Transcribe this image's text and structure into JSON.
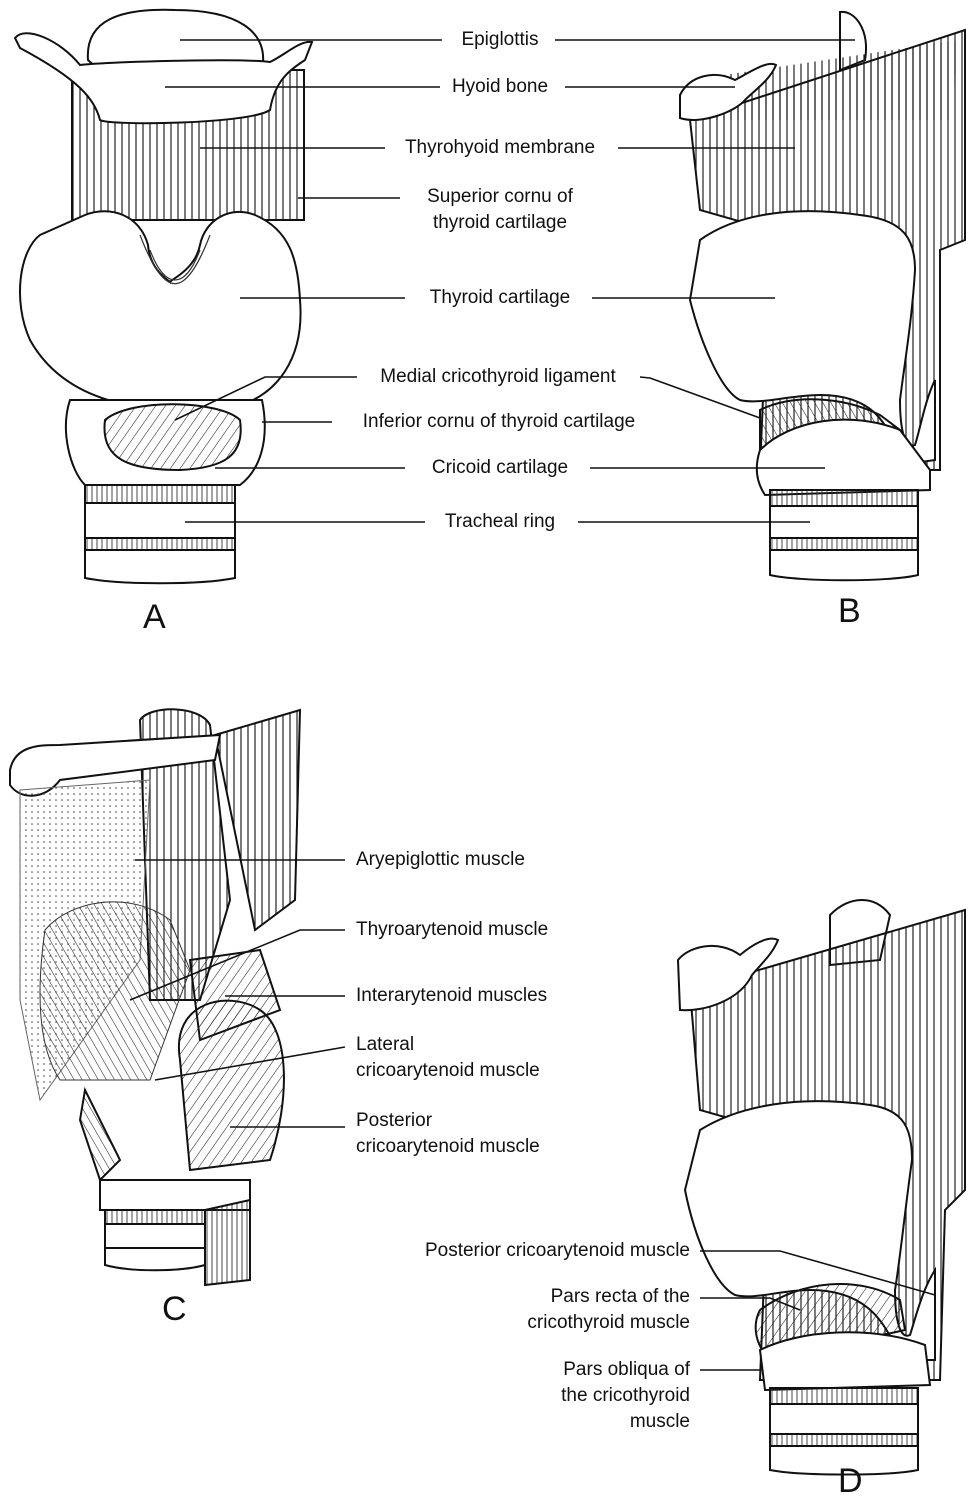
{
  "panels": {
    "a": {
      "letter": "A",
      "labels": {
        "epiglottis": "Epiglottis",
        "hyoid_bone": "Hyoid bone",
        "thyrohyoid_membrane": "Thyrohyoid membrane",
        "superior_cornu_1": "Superior cornu of",
        "superior_cornu_2": "thyroid cartilage",
        "thyroid_cartilage": "Thyroid cartilage",
        "medial_cricothyroid": "Medial cricothyroid ligament",
        "inferior_cornu": "Inferior cornu of thyroid cartilage",
        "cricoid_cartilage": "Cricoid cartilage",
        "tracheal_ring": "Tracheal ring"
      }
    },
    "b": {
      "letter": "B"
    },
    "c": {
      "letter": "C",
      "labels": {
        "aryepiglottic": "Aryepiglottic muscle",
        "thyroarytenoid": "Thyroarytenoid muscle",
        "interarytenoid": "Interarytenoid muscles",
        "lateral_1": "Lateral",
        "lateral_2": "cricoarytenoid muscle",
        "posterior_1": "Posterior",
        "posterior_2": "cricoarytenoid muscle"
      }
    },
    "d": {
      "letter": "D",
      "labels": {
        "posterior_crico": "Posterior cricoarytenoid muscle",
        "pars_recta_1": "Pars recta of the",
        "pars_recta_2": "cricothyroid muscle",
        "pars_obliqua_1": "Pars obliqua of",
        "pars_obliqua_2": "the cricothyroid",
        "pars_obliqua_3": "muscle"
      }
    }
  }
}
